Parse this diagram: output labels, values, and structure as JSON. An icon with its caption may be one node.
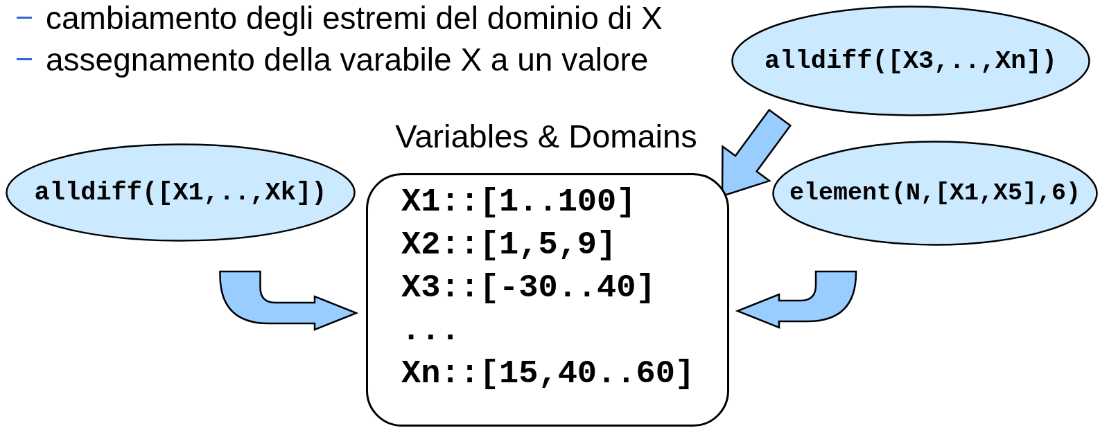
{
  "diagram": {
    "nodes": [
      {
        "text": [
          "alldiff([X3,..,Xn])"
        ]
      },
      {
        "text": [
          "alldiff([X1,..,Xk])"
        ]
      },
      {
        "text": [
          "X1::[1..100]",
          "X2::[1,5,9]",
          "X3::[-30..40]",
          "...",
          "Xn::[15,40..60]"
        ],
        "beside": [
          "Variables & Domains"
        ]
      },
      {
        "text": [
          "element(N,[X1,X5],6)"
        ]
      }
    ],
    "edges": [
      {
        "from": 1,
        "to": 2,
        "arrow": "to"
      },
      {
        "from": 0,
        "to": 2,
        "arrow": "to"
      },
      {
        "from": 3,
        "to": 2,
        "arrow": "to"
      }
    ],
    "labels": [
      "cambiamento degli estremi del dominio di X",
      "assegnamento della varabile X a un valore"
    ]
  }
}
